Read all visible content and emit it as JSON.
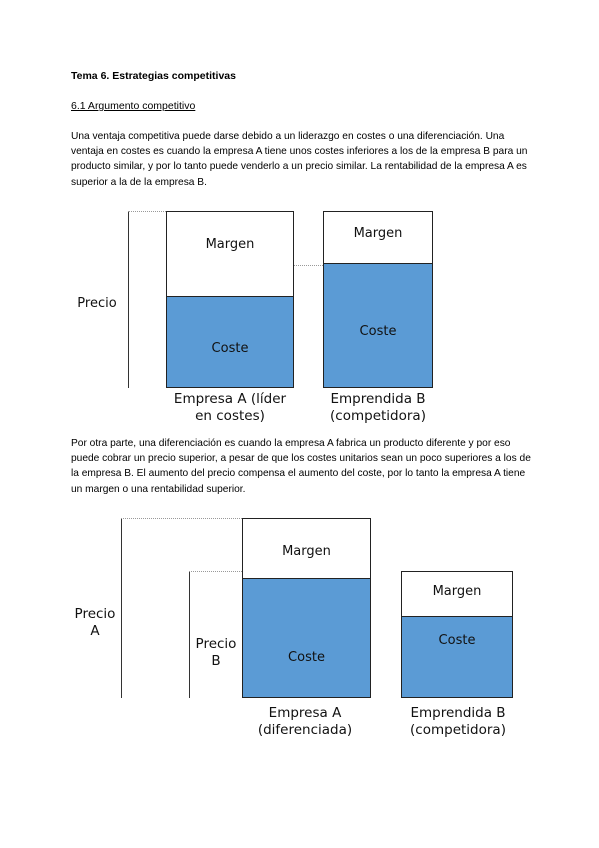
{
  "document": {
    "title": "Tema 6. Estrategias competitivas",
    "subtitle": "6.1 Argumento competitivo",
    "paragraph1": "Una ventaja competitiva puede darse debido a un liderazgo en costes o una diferenciación. Una ventaja en costes es cuando la empresa A tiene unos costes inferiores a los de la empresa B para un producto similar, y por lo tanto puede venderlo a un precio similar. La rentabilidad de la empresa A es superior a la de la empresa B.",
    "paragraph2": "Por otra parte, una diferenciación es cuando la empresa A fabrica un producto diferente y por eso puede cobrar un precio superior, a pesar de que los costes unitarios sean un poco superiores a los de la empresa B. El aumento del precio compensa el aumento del coste, por lo tanto la empresa A tiene un margen o una rentabilidad superior."
  },
  "diagram1": {
    "price_label": "Precio",
    "bar_a": {
      "margin": "Margen",
      "cost": "Coste",
      "caption": "Empresa A (líder\nen costes)"
    },
    "bar_b": {
      "margin": "Margen",
      "cost": "Coste",
      "caption": "Emprendida B\n(competidora)"
    }
  },
  "diagram2": {
    "price_a_label": "Precio\nA",
    "price_b_label": "Precio\nB",
    "bar_a": {
      "margin": "Margen",
      "cost": "Coste",
      "caption": "Empresa A\n(diferenciada)"
    },
    "bar_b": {
      "margin": "Margen",
      "cost": "Coste",
      "caption": "Emprendida B\n(competidora)"
    }
  },
  "colors": {
    "cost_fill": "#5b9bd5",
    "border": "#222222"
  }
}
